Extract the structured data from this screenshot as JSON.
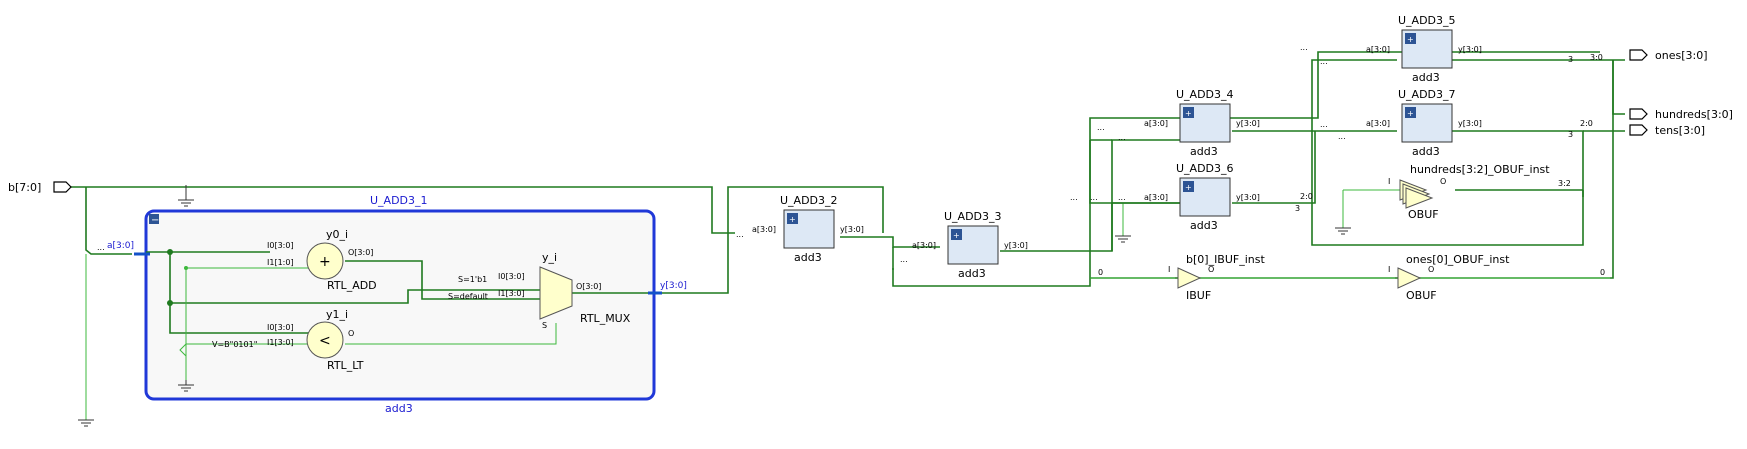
{
  "ports": {
    "input_b": "b[7:0]",
    "output_ones": "ones[3:0]",
    "output_hundreds": "hundreds[3:0]",
    "output_tens": "tens[3:0]"
  },
  "u1": {
    "title": "U_ADD3_1",
    "subtitle": "add3",
    "pin_in": "a[3:0]",
    "pin_out": "y[3:0]",
    "collapse_glyph": "−",
    "add": {
      "name": "y0_i",
      "type": "RTL_ADD",
      "glyph": "+",
      "in0": "I0[3:0]",
      "in1": "I1[1:0]",
      "out": "O[3:0]"
    },
    "lt": {
      "name": "y1_i",
      "type": "RTL_LT",
      "glyph": "<",
      "in0": "I0[3:0]",
      "in1": "I1[3:0]",
      "out": "O",
      "const": "V=B\"0101\""
    },
    "mux": {
      "name": "y_i",
      "type": "RTL_MUX",
      "in0": "I0[3:0]",
      "in1": "I1[3:0]",
      "out": "O[3:0]",
      "sel": "S",
      "sel0": "S=1'b1",
      "sel1": "S=default"
    }
  },
  "add3_blocks": [
    {
      "name": "U_ADD3_2",
      "type": "add3",
      "in": "a[3:0]",
      "out": "y[3:0]"
    },
    {
      "name": "U_ADD3_3",
      "type": "add3",
      "in": "a[3:0]",
      "out": "y[3:0]"
    },
    {
      "name": "U_ADD3_4",
      "type": "add3",
      "in": "a[3:0]",
      "out": "y[3:0]"
    },
    {
      "name": "U_ADD3_5",
      "type": "add3",
      "in": "a[3:0]",
      "out": "y[3:0]"
    },
    {
      "name": "U_ADD3_6",
      "type": "add3",
      "in": "a[3:0]",
      "out": "y[3:0]"
    },
    {
      "name": "U_ADD3_7",
      "type": "add3",
      "in": "a[3:0]",
      "out": "y[3:0]"
    }
  ],
  "bufs": {
    "ibuf": {
      "name": "b[0]_IBUF_inst",
      "type": "IBUF",
      "in": "I",
      "out": "O"
    },
    "obuf_ones": {
      "name": "ones[0]_OBUF_inst",
      "type": "OBUF",
      "in": "I",
      "out": "O"
    },
    "obuf_hund": {
      "name": "hundreds[3:2]_OBUF_inst",
      "type": "OBUF",
      "in": "I",
      "out": "O"
    }
  },
  "bus_labels": {
    "ellipsis": "...",
    "r3_0": "3:0",
    "r3_2": "3:2",
    "r2_0": "2:0",
    "n3": "3",
    "n0": "0"
  },
  "plus_glyph": "+",
  "colors": {
    "wire": "#1f7a1f",
    "bus_highlight": "#1452c8",
    "block_fill": "#dde8f5",
    "cell_fill": "#ffffcc"
  }
}
